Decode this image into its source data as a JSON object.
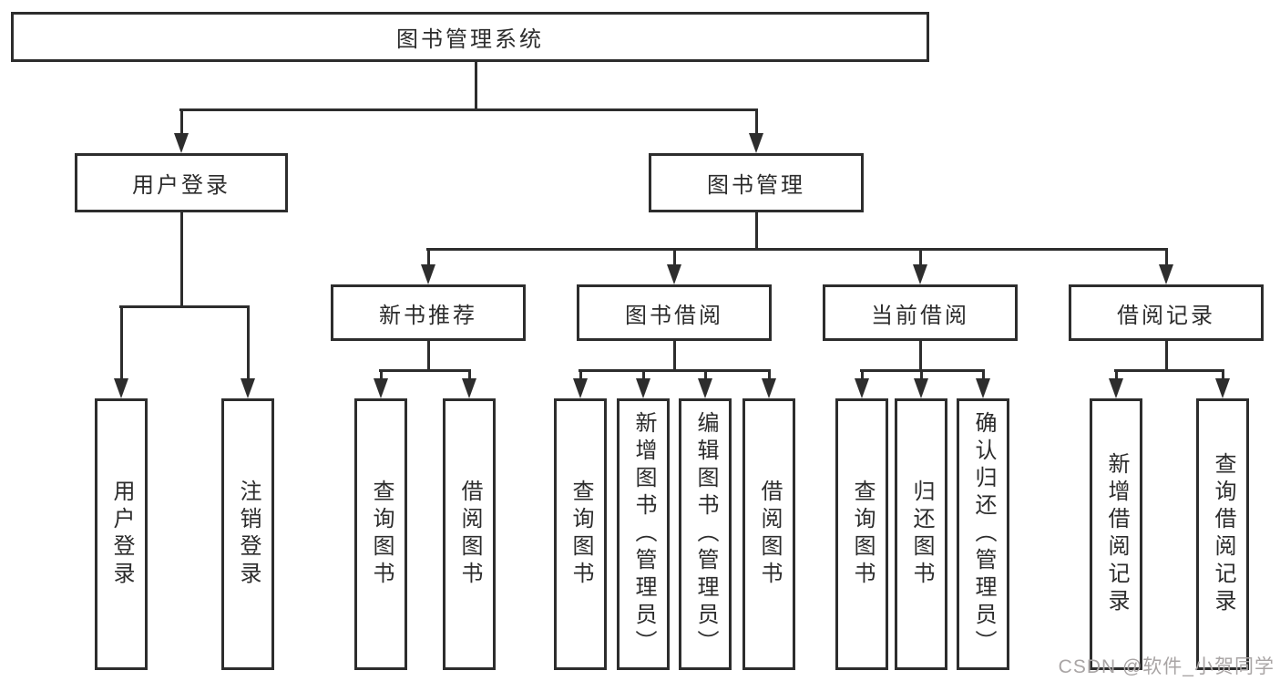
{
  "nodes": {
    "root": "图书管理系统",
    "level2": [
      "用户登录",
      "图书管理"
    ],
    "level3": [
      "新书推荐",
      "图书借阅",
      "当前借阅",
      "借阅记录"
    ],
    "leaves": [
      "用户登录",
      "注销登录",
      "查询图书",
      "借阅图书",
      "查询图书",
      "新增图书（管理员）",
      "编辑图书（管理员）",
      "借阅图书",
      "查询图书",
      "归还图书",
      "确认归还（管理员）",
      "新增借阅记录",
      "查询借阅记录"
    ]
  },
  "watermark": "CSDN @软件_小贺同学",
  "colors": {
    "line": "#2d2d2d",
    "text": "#2c2c2c",
    "background": "#ffffff",
    "watermark": "#a9a5a5"
  }
}
